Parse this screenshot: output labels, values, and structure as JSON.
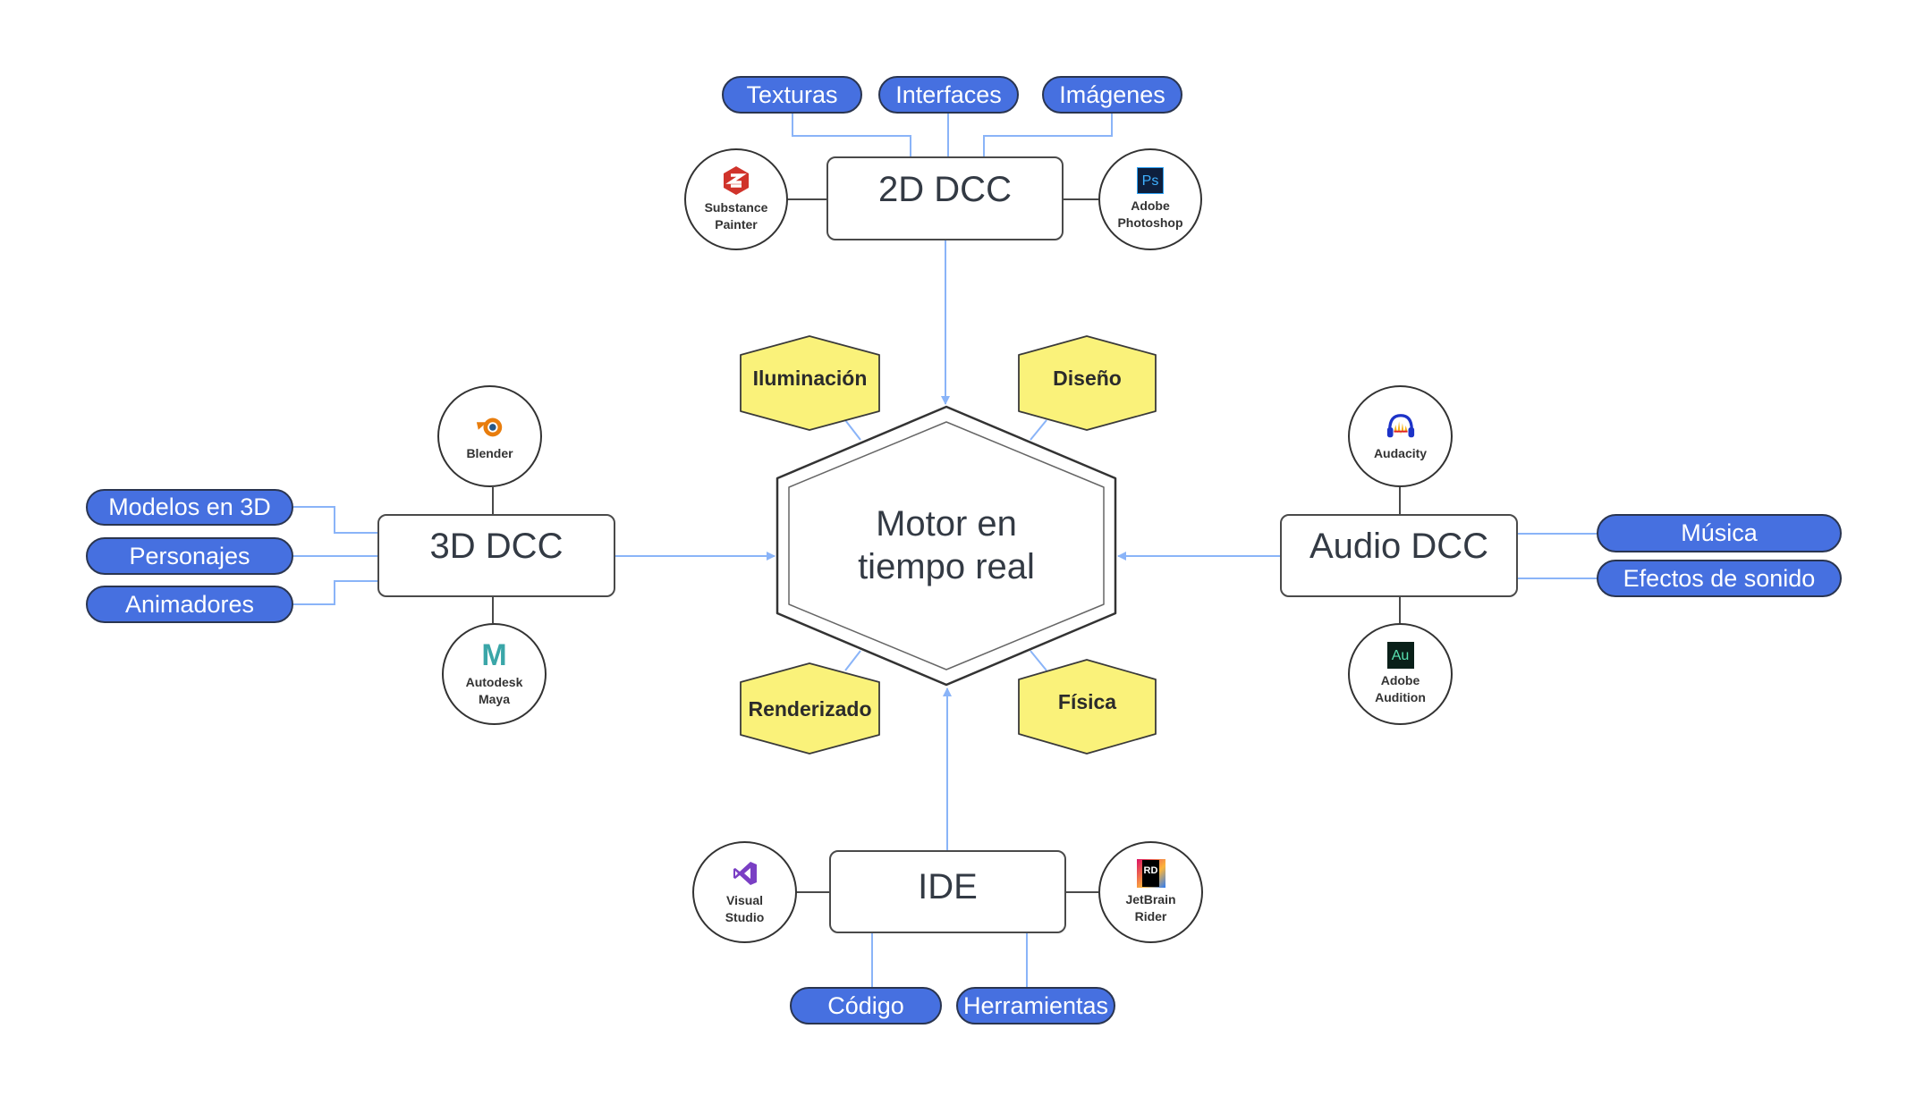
{
  "center": {
    "line1": "Motor en",
    "line2": "tiempo real"
  },
  "features": {
    "lighting": "Iluminación",
    "design": "Diseño",
    "rendering": "Renderizado",
    "physics": "Física"
  },
  "dcc2d": {
    "title": "2D DCC",
    "outputs": [
      "Texturas",
      "Interfaces",
      "Imágenes"
    ],
    "tools": [
      {
        "line1": "Substance",
        "line2": "Painter",
        "icon": "substance-painter-icon"
      },
      {
        "line1": "Adobe",
        "line2": "Photoshop",
        "icon": "photoshop-icon",
        "glyph": "Ps"
      }
    ]
  },
  "dcc3d": {
    "title": "3D DCC",
    "outputs": [
      "Modelos en 3D",
      "Personajes",
      "Animadores"
    ],
    "tools": [
      {
        "line1": "Blender",
        "line2": "",
        "icon": "blender-icon"
      },
      {
        "line1": "Autodesk",
        "line2": "Maya",
        "icon": "maya-icon",
        "glyph": "M"
      }
    ]
  },
  "audio": {
    "title": "Audio DCC",
    "outputs": [
      "Música",
      "Efectos de sonido"
    ],
    "tools": [
      {
        "line1": "Audacity",
        "line2": "",
        "icon": "audacity-icon"
      },
      {
        "line1": "Adobe",
        "line2": "Audition",
        "icon": "audition-icon",
        "glyph": "Au"
      }
    ]
  },
  "ide": {
    "title": "IDE",
    "outputs": [
      "Código",
      "Herramientas"
    ],
    "tools": [
      {
        "line1": "Visual",
        "line2": "Studio",
        "icon": "visual-studio-icon"
      },
      {
        "line1": "JetBrain",
        "line2": "Rider",
        "icon": "rider-icon",
        "glyph": "RD"
      }
    ]
  },
  "colors": {
    "pill": "#4670e0",
    "feature": "#faf27a",
    "connector": "#8ab4f8"
  }
}
